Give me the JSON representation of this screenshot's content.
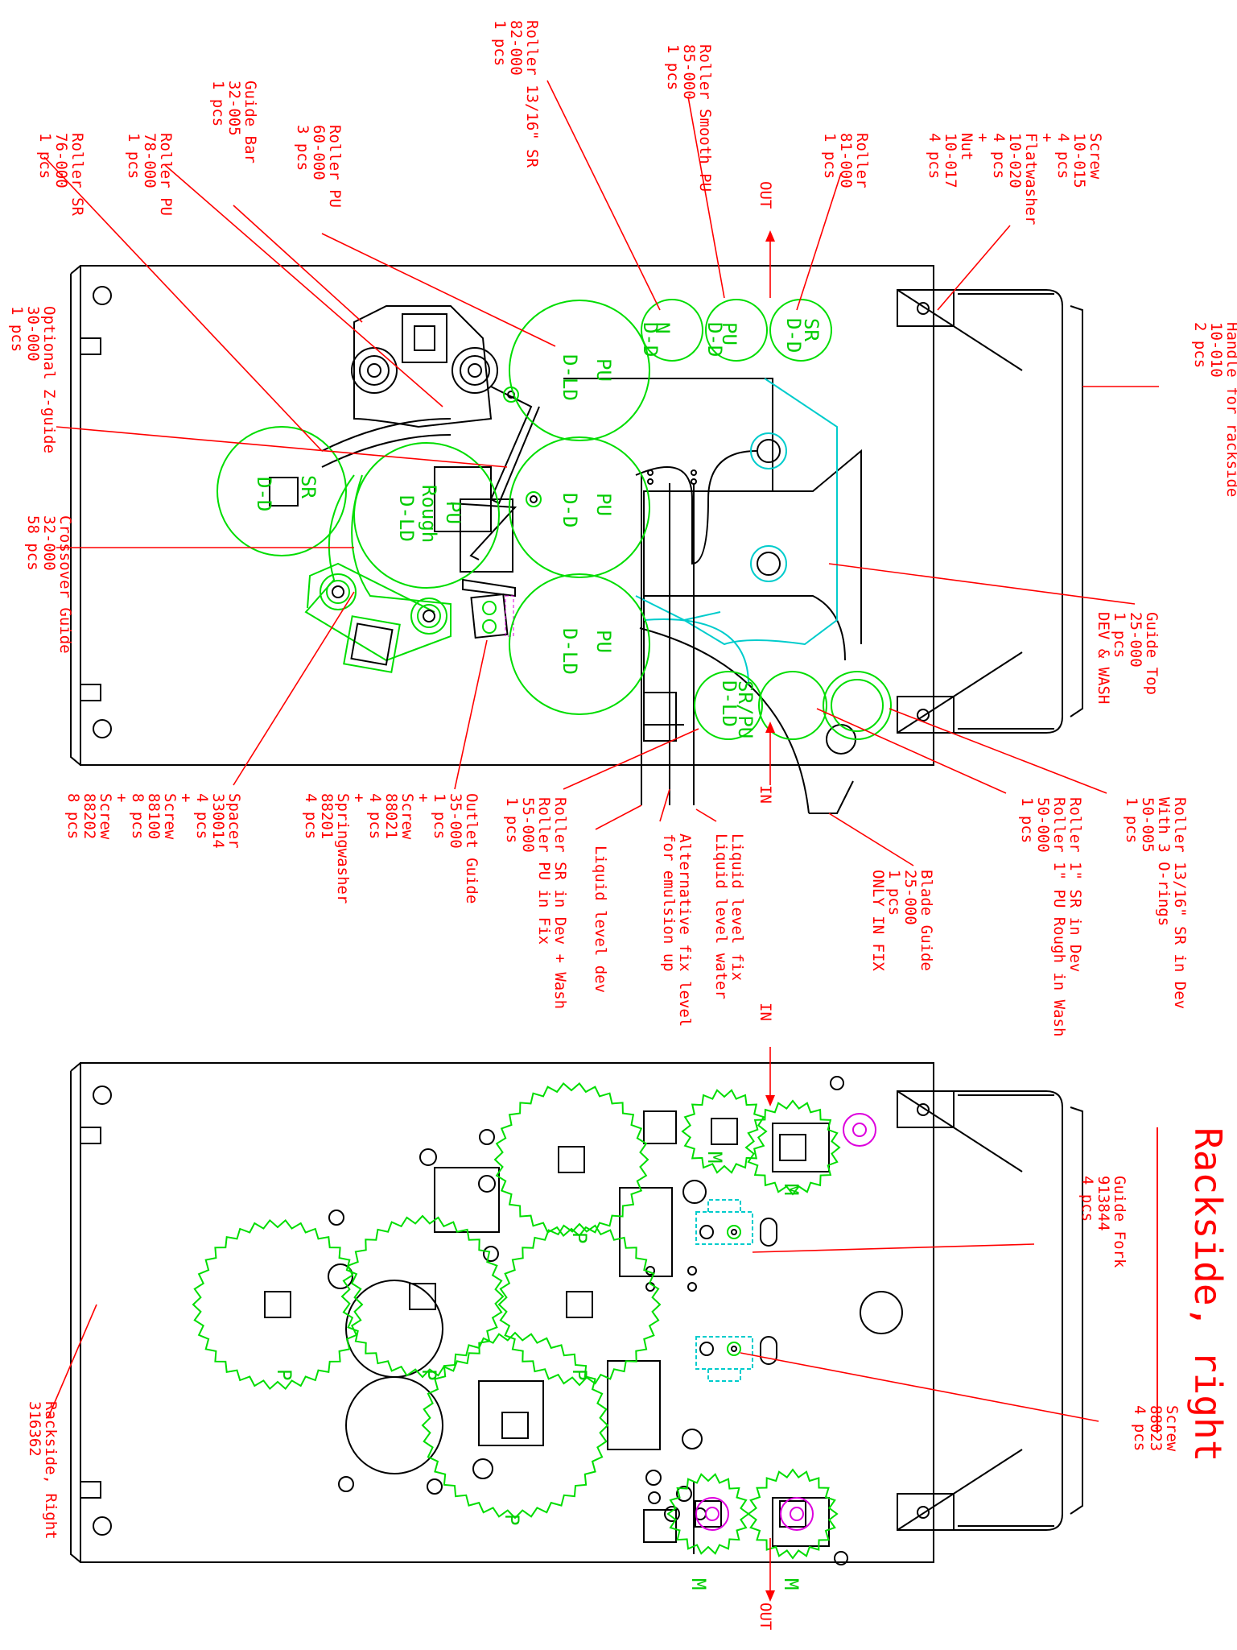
{
  "title": "Rackside, right",
  "part_label": [
    "Rackside, Right",
    "316362"
  ],
  "callouts": {
    "roller_13_sr": [
      "Roller 13/16\" SR",
      "82-000",
      "1 pcs"
    ],
    "roller_smooth_pu": [
      "Roller Smooth PU",
      "85-000",
      "1 pcs"
    ],
    "roller_81": [
      "Roller",
      "81-000",
      "1 pcs"
    ],
    "screw_flat_nut": [
      "Screw",
      "10-015",
      "4 pcs",
      "+",
      "Flatwasher",
      "10-020",
      "4 pcs",
      "+",
      "Nut",
      "10-017",
      "4 pcs"
    ],
    "roller_pu_60": [
      "Roller PU",
      "60-000",
      "3 pcs"
    ],
    "guide_bar": [
      "Guide Bar",
      "32-005",
      "1 pcs"
    ],
    "roller_pu_78": [
      "Roller PU",
      "78-000",
      "1 pcs"
    ],
    "roller_sr_76": [
      "Roller SR",
      "76-000",
      "1 pcs"
    ],
    "optional_z": [
      "Optional Z-guide",
      "30-000",
      "1 pcs"
    ],
    "crossover": [
      "Crossover Guide",
      "32-000",
      "58 pcs"
    ],
    "spacer": [
      "Spacer",
      "330014",
      "4 pcs",
      "+",
      "Screw",
      "88100",
      "8 pcs",
      "+",
      "Screw",
      "88202",
      "8 pcs"
    ],
    "springwasher": [
      "Springwasher",
      "88202",
      "8 pcs"
    ],
    "outlet_guide": [
      "Outlet Guide",
      "35-000",
      "1 pcs",
      "+",
      "Screw",
      "88021",
      "4 pcs",
      "+",
      "Springwasher",
      "88201",
      "4 pcs"
    ],
    "roller_sr_dev": [
      "Roller SR in Dev + Wash",
      "Roller PU in Fix",
      "55-000",
      "1 pcs"
    ],
    "liquid_dev": [
      "Liquid level dev"
    ],
    "alt_fix": [
      "Alternative fix level",
      "for emulsion up"
    ],
    "liquid_fix": [
      "Liquid level fix",
      "Liquid level water"
    ],
    "blade_guide": [
      "Blade Guide",
      "25-000",
      "1 pcs",
      "ONLY IN FIX"
    ],
    "roller_1sr": [
      "Roller 1\" SR in Dev",
      "Roller 1\" PU Rough in Wash",
      "50-000",
      "1 pcs"
    ],
    "roller_13_orings": [
      "Roller 13/16\" SR in Dev",
      "With 3 O-rings",
      "50-005",
      "1 pcs"
    ],
    "guide_top": [
      "Guide Top",
      "25-000",
      "1 pcs",
      "DEV & WASH"
    ],
    "handle": [
      "Handle for rackside",
      "10-010",
      "2 pcs"
    ],
    "guide_fork": [
      "Guide Fork",
      "913844",
      "4 pcs"
    ],
    "screw_88023": [
      "Screw",
      "88023",
      "4 pcs"
    ]
  },
  "flow": {
    "out_top": "OUT",
    "in_top": "IN",
    "in_bottom": "IN",
    "out_bottom": "OUT"
  },
  "roller_labels": {
    "n": [
      "N",
      "D-D"
    ],
    "pu_small": [
      "PU",
      "D-D"
    ],
    "sr_small": [
      "SR",
      "D-D"
    ],
    "pu_top": [
      "PU",
      "D-LD"
    ],
    "pu_mid": [
      "PU",
      "D-D"
    ],
    "pu_low": [
      "PU",
      "D-LD"
    ],
    "pu_rough": [
      "PU",
      "Rough",
      "D-LD"
    ],
    "sr_big": [
      "SR",
      "D-D"
    ],
    "sr_pu": [
      "SR/PU",
      "D-LD"
    ]
  },
  "gear_labels": {
    "m": "M",
    "p": "P"
  },
  "colors": {
    "annotation": "#ff0000",
    "roller": "#00dd00",
    "outline": "#000000",
    "guide": "#00cccc",
    "fastener": "#dd00dd"
  }
}
